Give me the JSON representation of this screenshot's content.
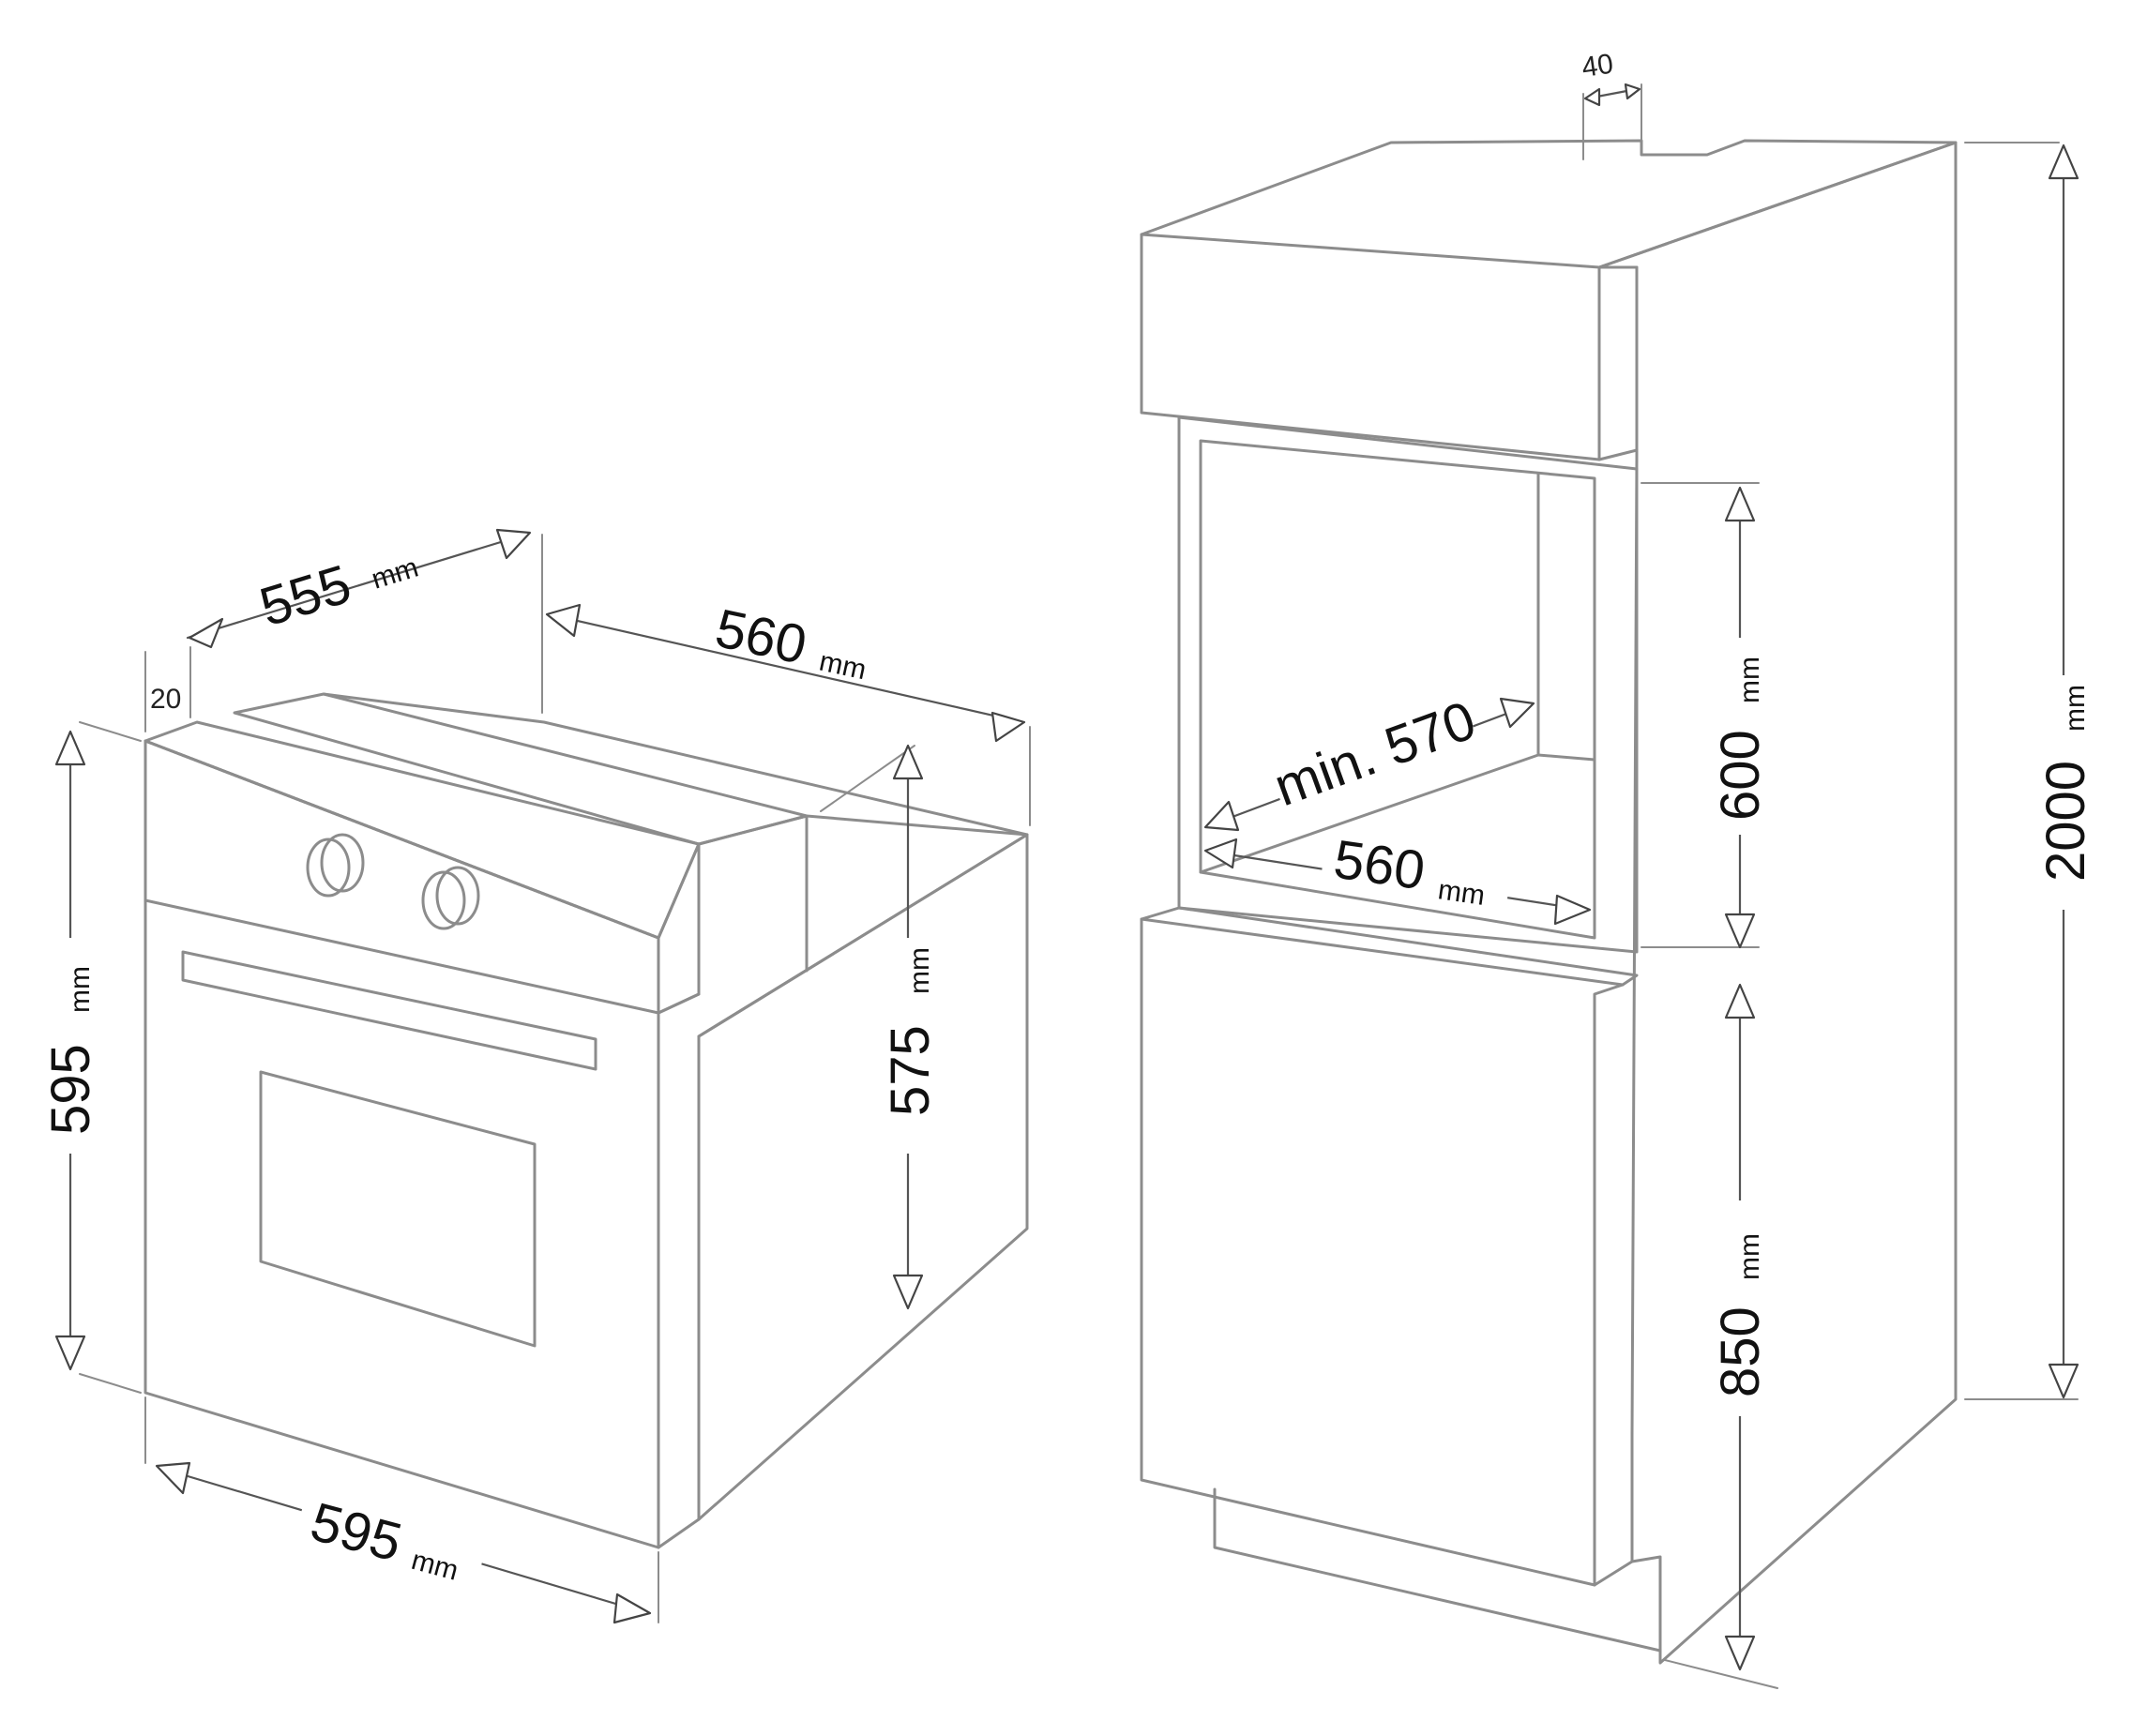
{
  "unit": "mm",
  "oven": {
    "depth_top": "555",
    "depth_side": "560",
    "front_gap": "20",
    "height": "595",
    "inner_height": "575",
    "width": "595"
  },
  "cabinet": {
    "top_gap": "40",
    "min_depth": "min. 570",
    "niche_width": "560",
    "niche_height": "600",
    "base_height": "850",
    "total_height": "2000"
  }
}
